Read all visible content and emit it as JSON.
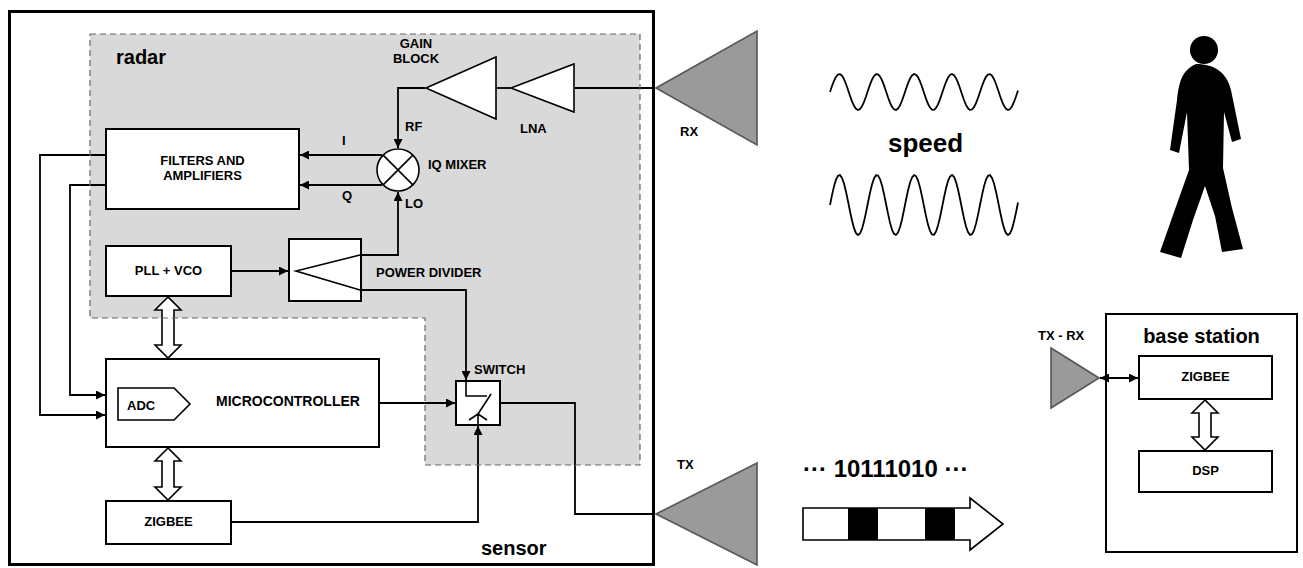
{
  "diagram": {
    "nodes": [
      {
        "text": [
          "sensor"
        ]
      },
      {
        "text": [
          "radar"
        ],
        "in": 0
      },
      {
        "text": [
          "GAIN BLOCK"
        ],
        "in": 1
      },
      {
        "text": [
          "LNA"
        ],
        "in": 1
      },
      {
        "text": [
          "IQ MIXER"
        ],
        "in": 1
      },
      {
        "text": [
          "FILTERS AND AMPLIFIERS"
        ],
        "in": 1
      },
      {
        "text": [
          "PLL + VCO"
        ],
        "in": 1
      },
      {
        "text": [
          "POWER DIVIDER"
        ],
        "in": 1
      },
      {
        "text": [
          "SWITCH"
        ],
        "in": 1
      },
      {
        "text": [
          "MICROCONTROLLER"
        ],
        "in": 0
      },
      {
        "text": [
          "ADC"
        ],
        "in": 9
      },
      {
        "text": [
          "ZIGBEE"
        ],
        "in": 0
      },
      {
        "text": [
          "RX"
        ]
      },
      {
        "text": [
          "TX"
        ]
      },
      {
        "text": [
          "base station"
        ]
      },
      {
        "text": [
          "TX - RX"
        ]
      },
      {
        "text": [
          "ZIGBEE"
        ],
        "in": 14
      },
      {
        "text": [
          "DSP"
        ],
        "in": 14
      }
    ],
    "edges": [
      {
        "from": 12,
        "to": 3,
        "arrow": "none"
      },
      {
        "from": 3,
        "to": 2,
        "arrow": "none"
      },
      {
        "from": 2,
        "to": 4,
        "arrow": "to"
      },
      {
        "from": 4,
        "to": 5,
        "arrow": "to"
      },
      {
        "from": 4,
        "to": 5,
        "arrow": "to"
      },
      {
        "from": 5,
        "to": 9,
        "arrow": "to"
      },
      {
        "from": 5,
        "to": 9,
        "arrow": "to"
      },
      {
        "from": 6,
        "to": 7,
        "arrow": "to"
      },
      {
        "from": 6,
        "to": 9,
        "arrow": "both"
      },
      {
        "from": 7,
        "to": 4,
        "arrow": "to"
      },
      {
        "from": 7,
        "to": 8,
        "arrow": "to"
      },
      {
        "from": 9,
        "to": 8,
        "arrow": "to"
      },
      {
        "from": 9,
        "to": 11,
        "arrow": "both"
      },
      {
        "from": 11,
        "to": 8,
        "arrow": "to"
      },
      {
        "from": 8,
        "to": 13,
        "arrow": "none"
      },
      {
        "from": 15,
        "to": 16,
        "arrow": "both"
      },
      {
        "from": 16,
        "to": 17,
        "arrow": "both"
      }
    ],
    "labels": [
      "RF",
      "I",
      "Q",
      "LO",
      "speed",
      "··· 10111010 ···"
    ]
  }
}
